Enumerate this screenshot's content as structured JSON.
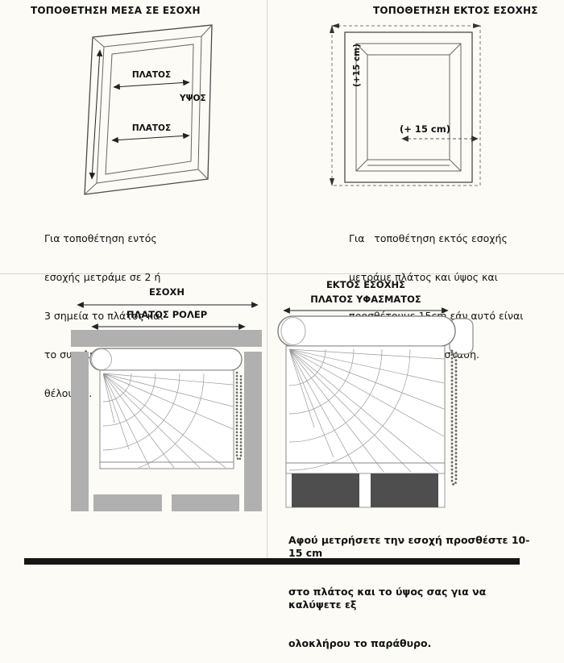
{
  "colors": {
    "background": "#fdfbf6",
    "frame_gray": "#b0b0b0",
    "recess_dark": "#4e4e4e",
    "bottom_bar": "#161616"
  },
  "top_left": {
    "title": "ΤΟΠΟΘΕΤΗΣΗ ΜΕΣΑ ΣΕ ΕΣΟΧΗ",
    "width_label_top": "ΠΛΑΤΟΣ",
    "height_label": "ΥΨΟΣ",
    "width_label_bottom": "ΠΛΑΤΟΣ",
    "caption_lines": [
      "Για τοποθέτηση εντός",
      "εσοχής μετράμε σε 2 ή",
      "3 σημεία το πλάτος και",
      "το συνολικό ύψος που",
      "θέλουμε ."
    ]
  },
  "top_right": {
    "title": "ΤΟΠΟΘΕΤΗΣΗ ΕΚΤΟΣ ΕΣΟΧΗΣ",
    "plus15_vertical": "(+15 cm)",
    "plus15_horizontal": "(+ 15 cm)",
    "caption_lines": [
      "Για   τοποθέτηση εκτός εσοχής",
      "μετράμε πλάτος και ύψος και",
      "προσθέτουμε 15cm εάν αυτό είναι",
      "εφικτό σε κάθε διάσταση."
    ]
  },
  "bottom_left": {
    "recess_label": "ΕΣΟΧΗ",
    "roller_width_label": "ΠΛΑΤΟΣ ΡΟΛΕΡ"
  },
  "bottom_right": {
    "title": "ΕΚΤΟΣ ΕΣΟΧΗΣ",
    "fabric_width_label": "ΠΛΑΤΟΣ ΥΦΑΣΜΑΤΟΣ",
    "caption_lines": [
      "Αφού μετρήσετε την εσοχή προσθέστε 10-15 cm",
      "στο πλάτος και το ύψος σας για να καλύψετε εξ",
      "ολοκλήρου το παράθυρο."
    ]
  }
}
